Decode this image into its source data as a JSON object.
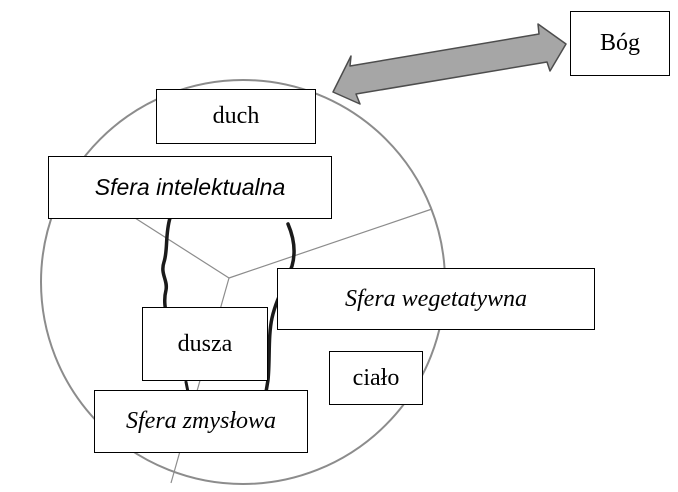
{
  "labels": {
    "god": "Bóg",
    "spirit": "duch",
    "intellectual_sphere": "Sfera intelektualna",
    "vegetative_sphere": "Sfera wegetatywna",
    "soul": "dusza",
    "body": "ciało",
    "sensory_sphere": "Sfera zmysłowa"
  },
  "colors": {
    "circle": "#8c8c8c",
    "arrow_fill": "#a6a6a6",
    "arrow_stroke": "#4d4d4d",
    "soul_outline": "#1a1a1a",
    "divider_lines": "#8c8c8c"
  }
}
